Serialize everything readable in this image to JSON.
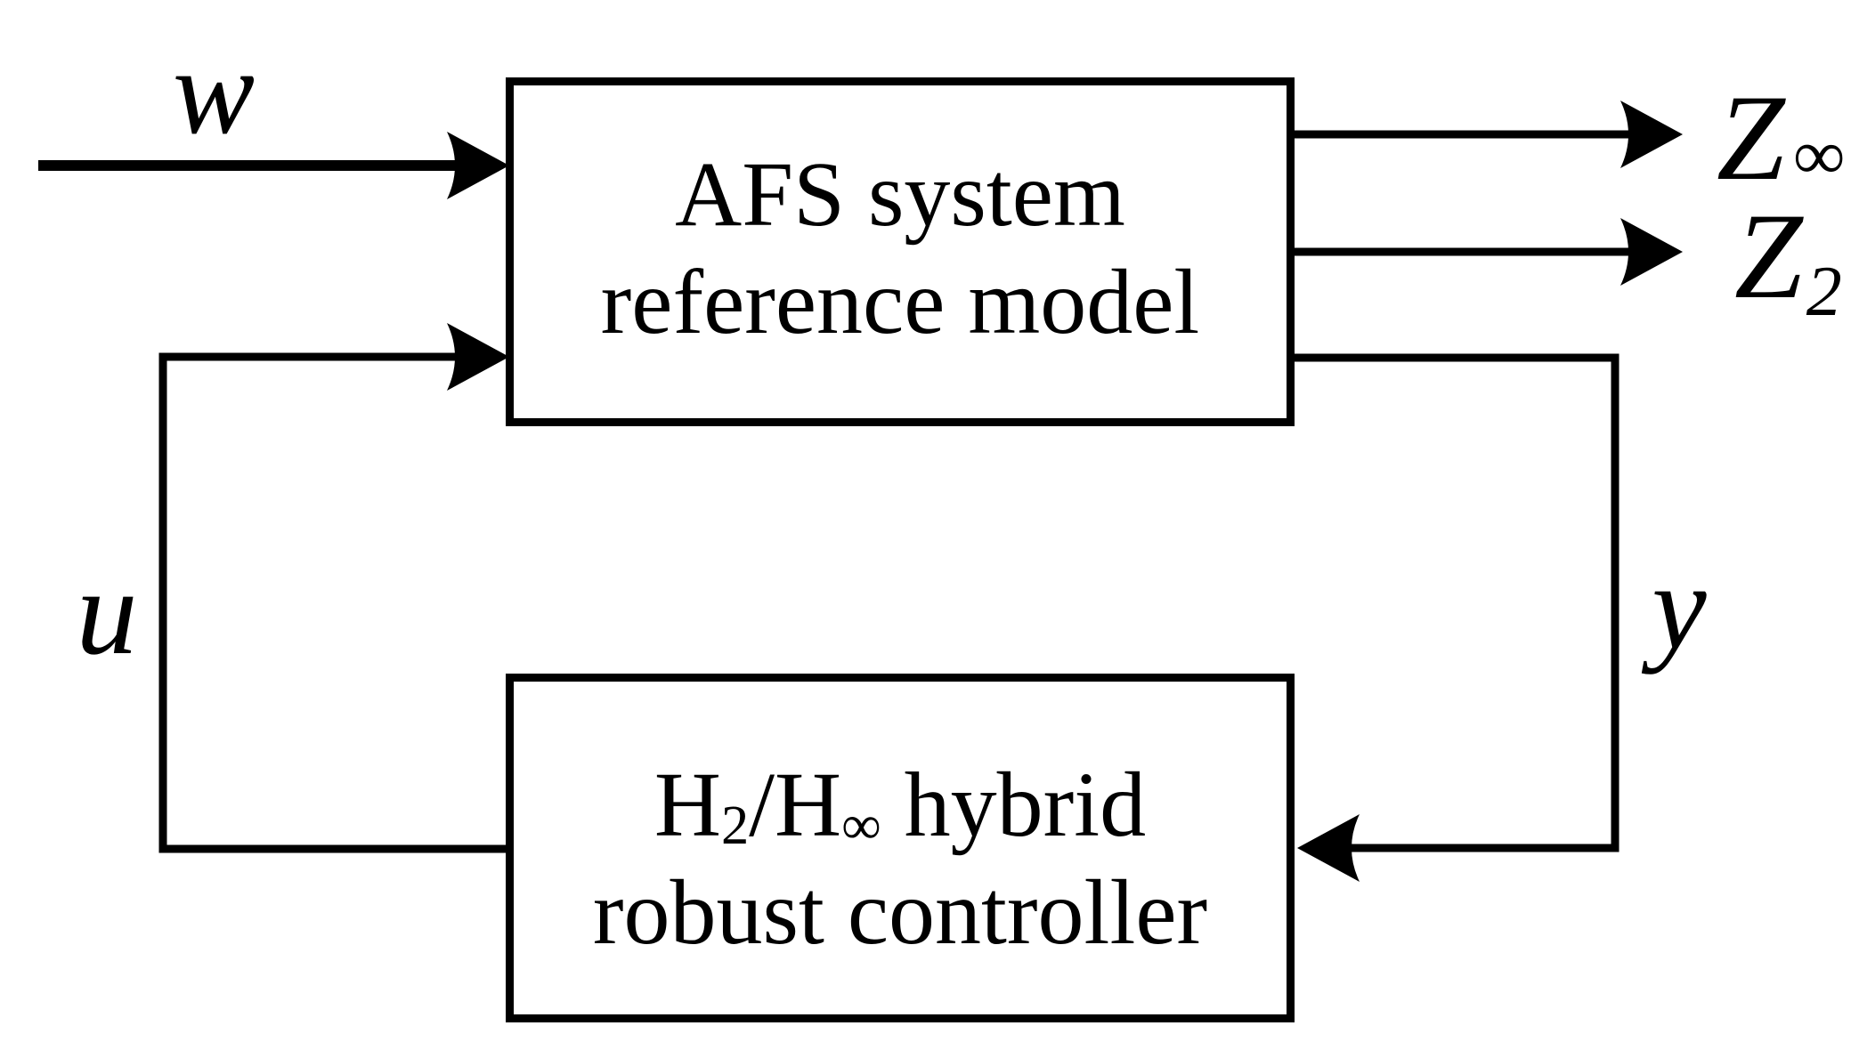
{
  "blocks": {
    "plant": {
      "line1": "AFS system",
      "line2": "reference model"
    },
    "controller": {
      "line1": {
        "h1": "H",
        "s1": "2",
        "h2": "/H",
        "s2": "∞",
        "rest": " hybrid"
      },
      "line2": "robust controller"
    }
  },
  "signals": {
    "w": "w",
    "u": "u",
    "y": "y",
    "z_inf": {
      "base": "Z",
      "sub": "∞"
    },
    "z2": {
      "base": "Z",
      "sub": "2"
    }
  },
  "colors": {
    "line": "#000000",
    "background": "#ffffff"
  }
}
